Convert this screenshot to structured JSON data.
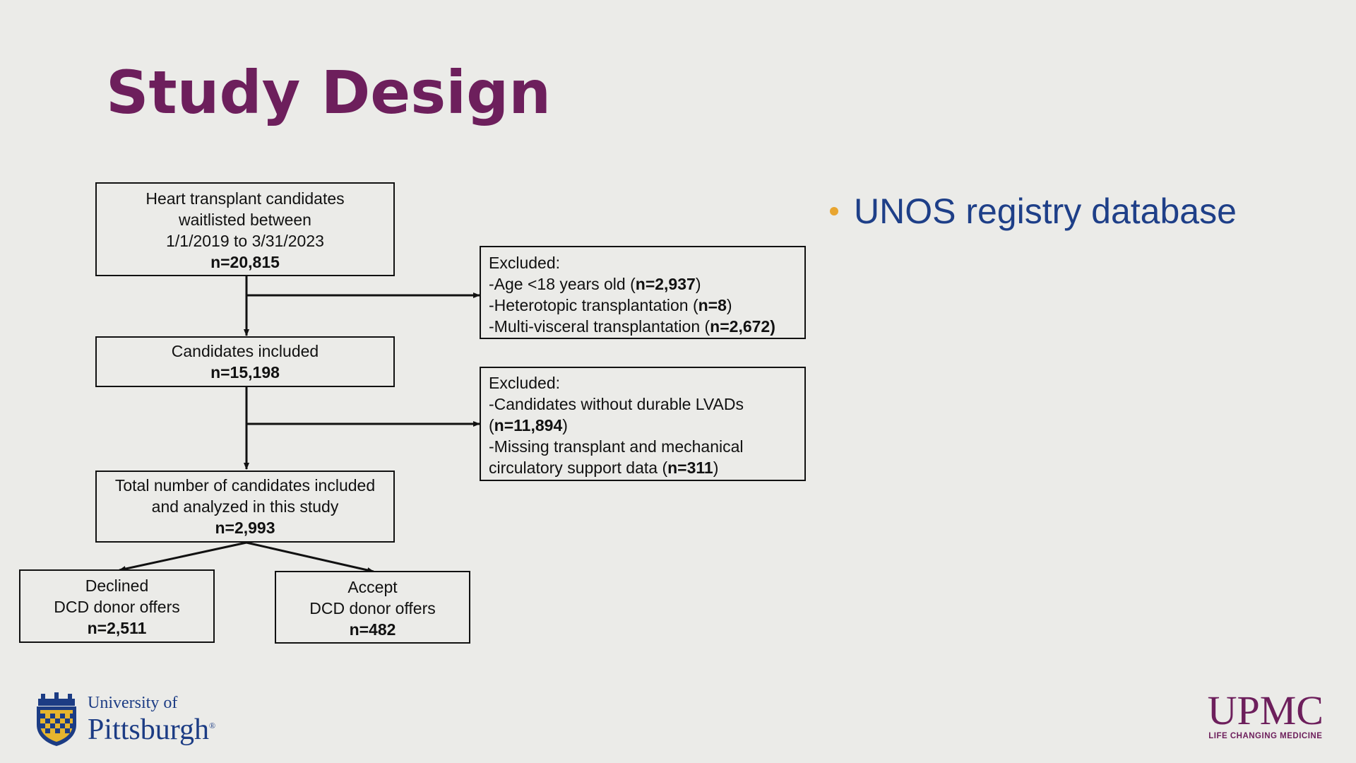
{
  "slide": {
    "title": "Study Design",
    "bullet": "UNOS registry database"
  },
  "flowchart": {
    "box1": {
      "lines": [
        "Heart transplant candidates",
        "waitlisted between",
        "1/1/2019 to 3/31/2023"
      ],
      "n": "n=20,815"
    },
    "excluded1": {
      "header": "Excluded:",
      "items": [
        {
          "text": "-Age <18 years old (",
          "n": "n=2,937",
          "close": ")"
        },
        {
          "text": "-Heterotopic transplantation (",
          "n": "n=8",
          "close": ")"
        },
        {
          "text": "-Multi-visceral transplantation (",
          "n": "n=2,672)",
          "close": ""
        }
      ]
    },
    "box2": {
      "lines": [
        "Candidates included"
      ],
      "n": "n=15,198"
    },
    "excluded2": {
      "header": "Excluded:",
      "line1": "-Candidates without durable LVADs",
      "line2_open": "(",
      "line2_n": "n=11,894",
      "line2_close": ")",
      "line3": "-Missing transplant and mechanical",
      "line4_text": "circulatory support data (",
      "line4_n": "n=311",
      "line4_close": ")"
    },
    "box3": {
      "lines": [
        "Total number of candidates included",
        "and analyzed in this study"
      ],
      "n": "n=2,993"
    },
    "declined": {
      "lines": [
        "Declined",
        "DCD donor offers"
      ],
      "n": "n=2,511"
    },
    "accept": {
      "lines": [
        "Accept",
        "DCD donor offers"
      ],
      "n": "n=482"
    }
  },
  "logos": {
    "pitt_small": "University of",
    "pitt_big": "Pittsburgh",
    "pitt_reg": "®",
    "upmc_big": "UPMC",
    "upmc_small": "LIFE CHANGING MEDICINE"
  },
  "colors": {
    "title": "#6d1f5c",
    "bullet_text": "#1e3f88",
    "bullet_dot": "#e8a530",
    "upmc": "#6d1f5c",
    "pitt": "#1c3c84"
  }
}
